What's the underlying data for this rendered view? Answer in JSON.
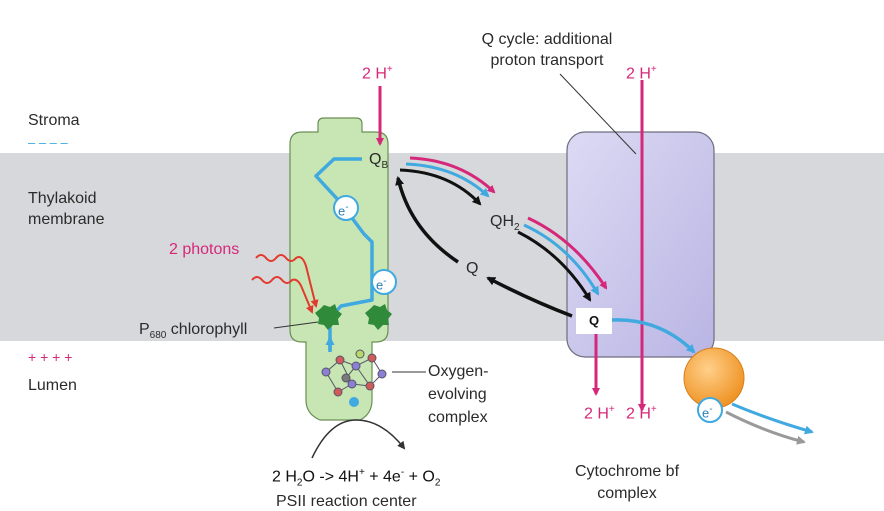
{
  "labels": {
    "stroma": "Stroma",
    "thylakoid_membrane": [
      "Thylakoid",
      "membrane"
    ],
    "lumen": "Lumen",
    "stroma_dashes": "– – – –",
    "lumen_pluses": "+ + + +",
    "two_photons": "2 photons",
    "p680_chlorophyll": {
      "p": "P",
      "sub": "680",
      "rest": " chlorophyll"
    },
    "oxygen_evolving_complex": [
      "Oxygen-",
      "evolving",
      "complex"
    ],
    "q_cycle": [
      "Q cycle: additional",
      "proton transport"
    ],
    "cytochrome": [
      "Cytochrome bf",
      "complex"
    ],
    "psii_reaction_center": "PSII reaction center",
    "qb": {
      "q": "Q",
      "sub": "B"
    },
    "qh2": {
      "q": "QH",
      "sub": "2"
    },
    "q": "Q",
    "q_box": "Q",
    "electron": "e",
    "electron_sup": "-",
    "proton_top_left": {
      "text": "2 H",
      "sup": "+"
    },
    "proton_top_right": {
      "text": "2 H",
      "sup": "+"
    },
    "proton_bottom_1": {
      "text": "2 H",
      "sup": "+"
    },
    "proton_bottom_2": {
      "text": "2 H",
      "sup": "+"
    },
    "reaction": [
      "2 H",
      "2",
      "O -> 4H",
      "+",
      " + 4e",
      "-",
      " + O",
      "2"
    ]
  },
  "colors": {
    "membrane": "#d6d8db",
    "psii_fill": "#c7e6b4",
    "psii_stroke": "#6a8f55",
    "cytochrome_fill": "#c9c6ea",
    "cytochrome_stroke": "#6d6c80",
    "electron_path": "#3fa9e0",
    "proton_arrow": "#d6287a",
    "quinone_arrow": "#111111",
    "photon": "#e23a2e",
    "chlorophyll": "#2f8a3a",
    "plastocyanin": "#f0a030",
    "grey_arrow": "#9a9a9a"
  }
}
